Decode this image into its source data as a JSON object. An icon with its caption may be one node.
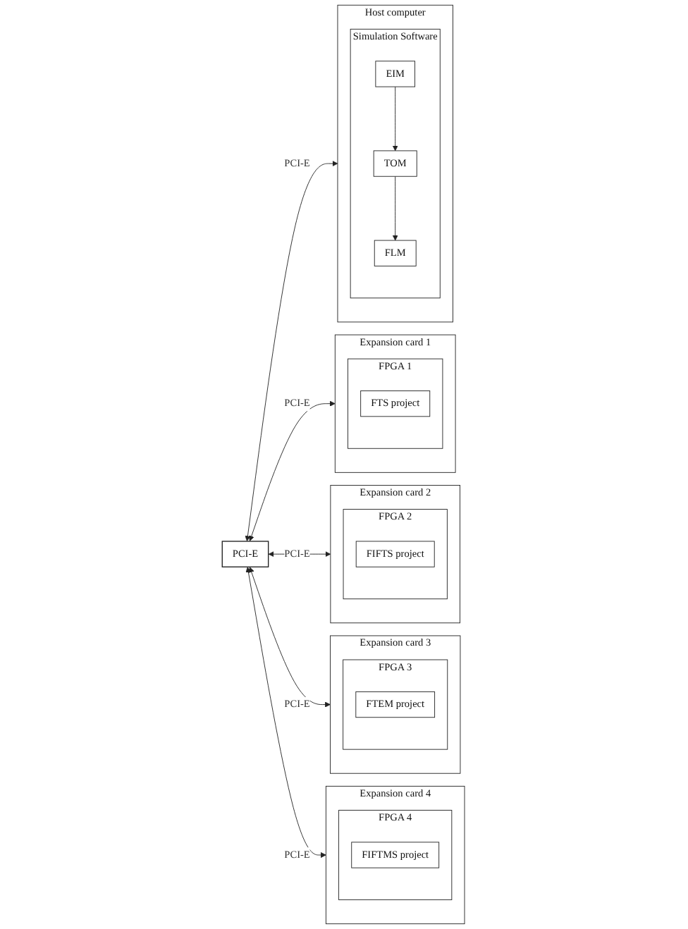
{
  "diagram": {
    "nodes": [
      {
        "text": [
          "PCI-E"
        ]
      },
      {
        "text": [
          "Host computer"
        ]
      },
      {
        "text": [
          "Simulation Software"
        ],
        "in": 1
      },
      {
        "text": [
          "EIM"
        ],
        "in": 2
      },
      {
        "text": [
          "TOM"
        ],
        "in": 2
      },
      {
        "text": [
          "FLM"
        ],
        "in": 2
      },
      {
        "text": [
          "Expansion card 1"
        ]
      },
      {
        "text": [
          "FPGA 1"
        ],
        "in": 6
      },
      {
        "text": [
          "FTS project"
        ],
        "in": 7
      },
      {
        "text": [
          "Expansion card 2"
        ]
      },
      {
        "text": [
          "FPGA 2"
        ],
        "in": 9
      },
      {
        "text": [
          "FIFTS project"
        ],
        "in": 10
      },
      {
        "text": [
          "Expansion card 3"
        ]
      },
      {
        "text": [
          "FPGA 3"
        ],
        "in": 12
      },
      {
        "text": [
          "FTEM project"
        ],
        "in": 13
      },
      {
        "text": [
          "Expansion card 4"
        ]
      },
      {
        "text": [
          "FPGA 4"
        ],
        "in": 15
      },
      {
        "text": [
          "FIFTMS project"
        ],
        "in": 16
      }
    ],
    "edges": [
      {
        "from": 3,
        "to": 4,
        "arrow": "to"
      },
      {
        "from": 4,
        "to": 5,
        "arrow": "to"
      },
      {
        "from": 0,
        "to": 1,
        "arrow": "both",
        "label": "PCI-E"
      },
      {
        "from": 0,
        "to": 6,
        "arrow": "both",
        "label": "PCI-E"
      },
      {
        "from": 0,
        "to": 9,
        "arrow": "both",
        "label": "PCI-E"
      },
      {
        "from": 0,
        "to": 12,
        "arrow": "both",
        "label": "PCI-E"
      },
      {
        "from": 0,
        "to": 15,
        "arrow": "both",
        "label": "PCI-E"
      }
    ]
  }
}
